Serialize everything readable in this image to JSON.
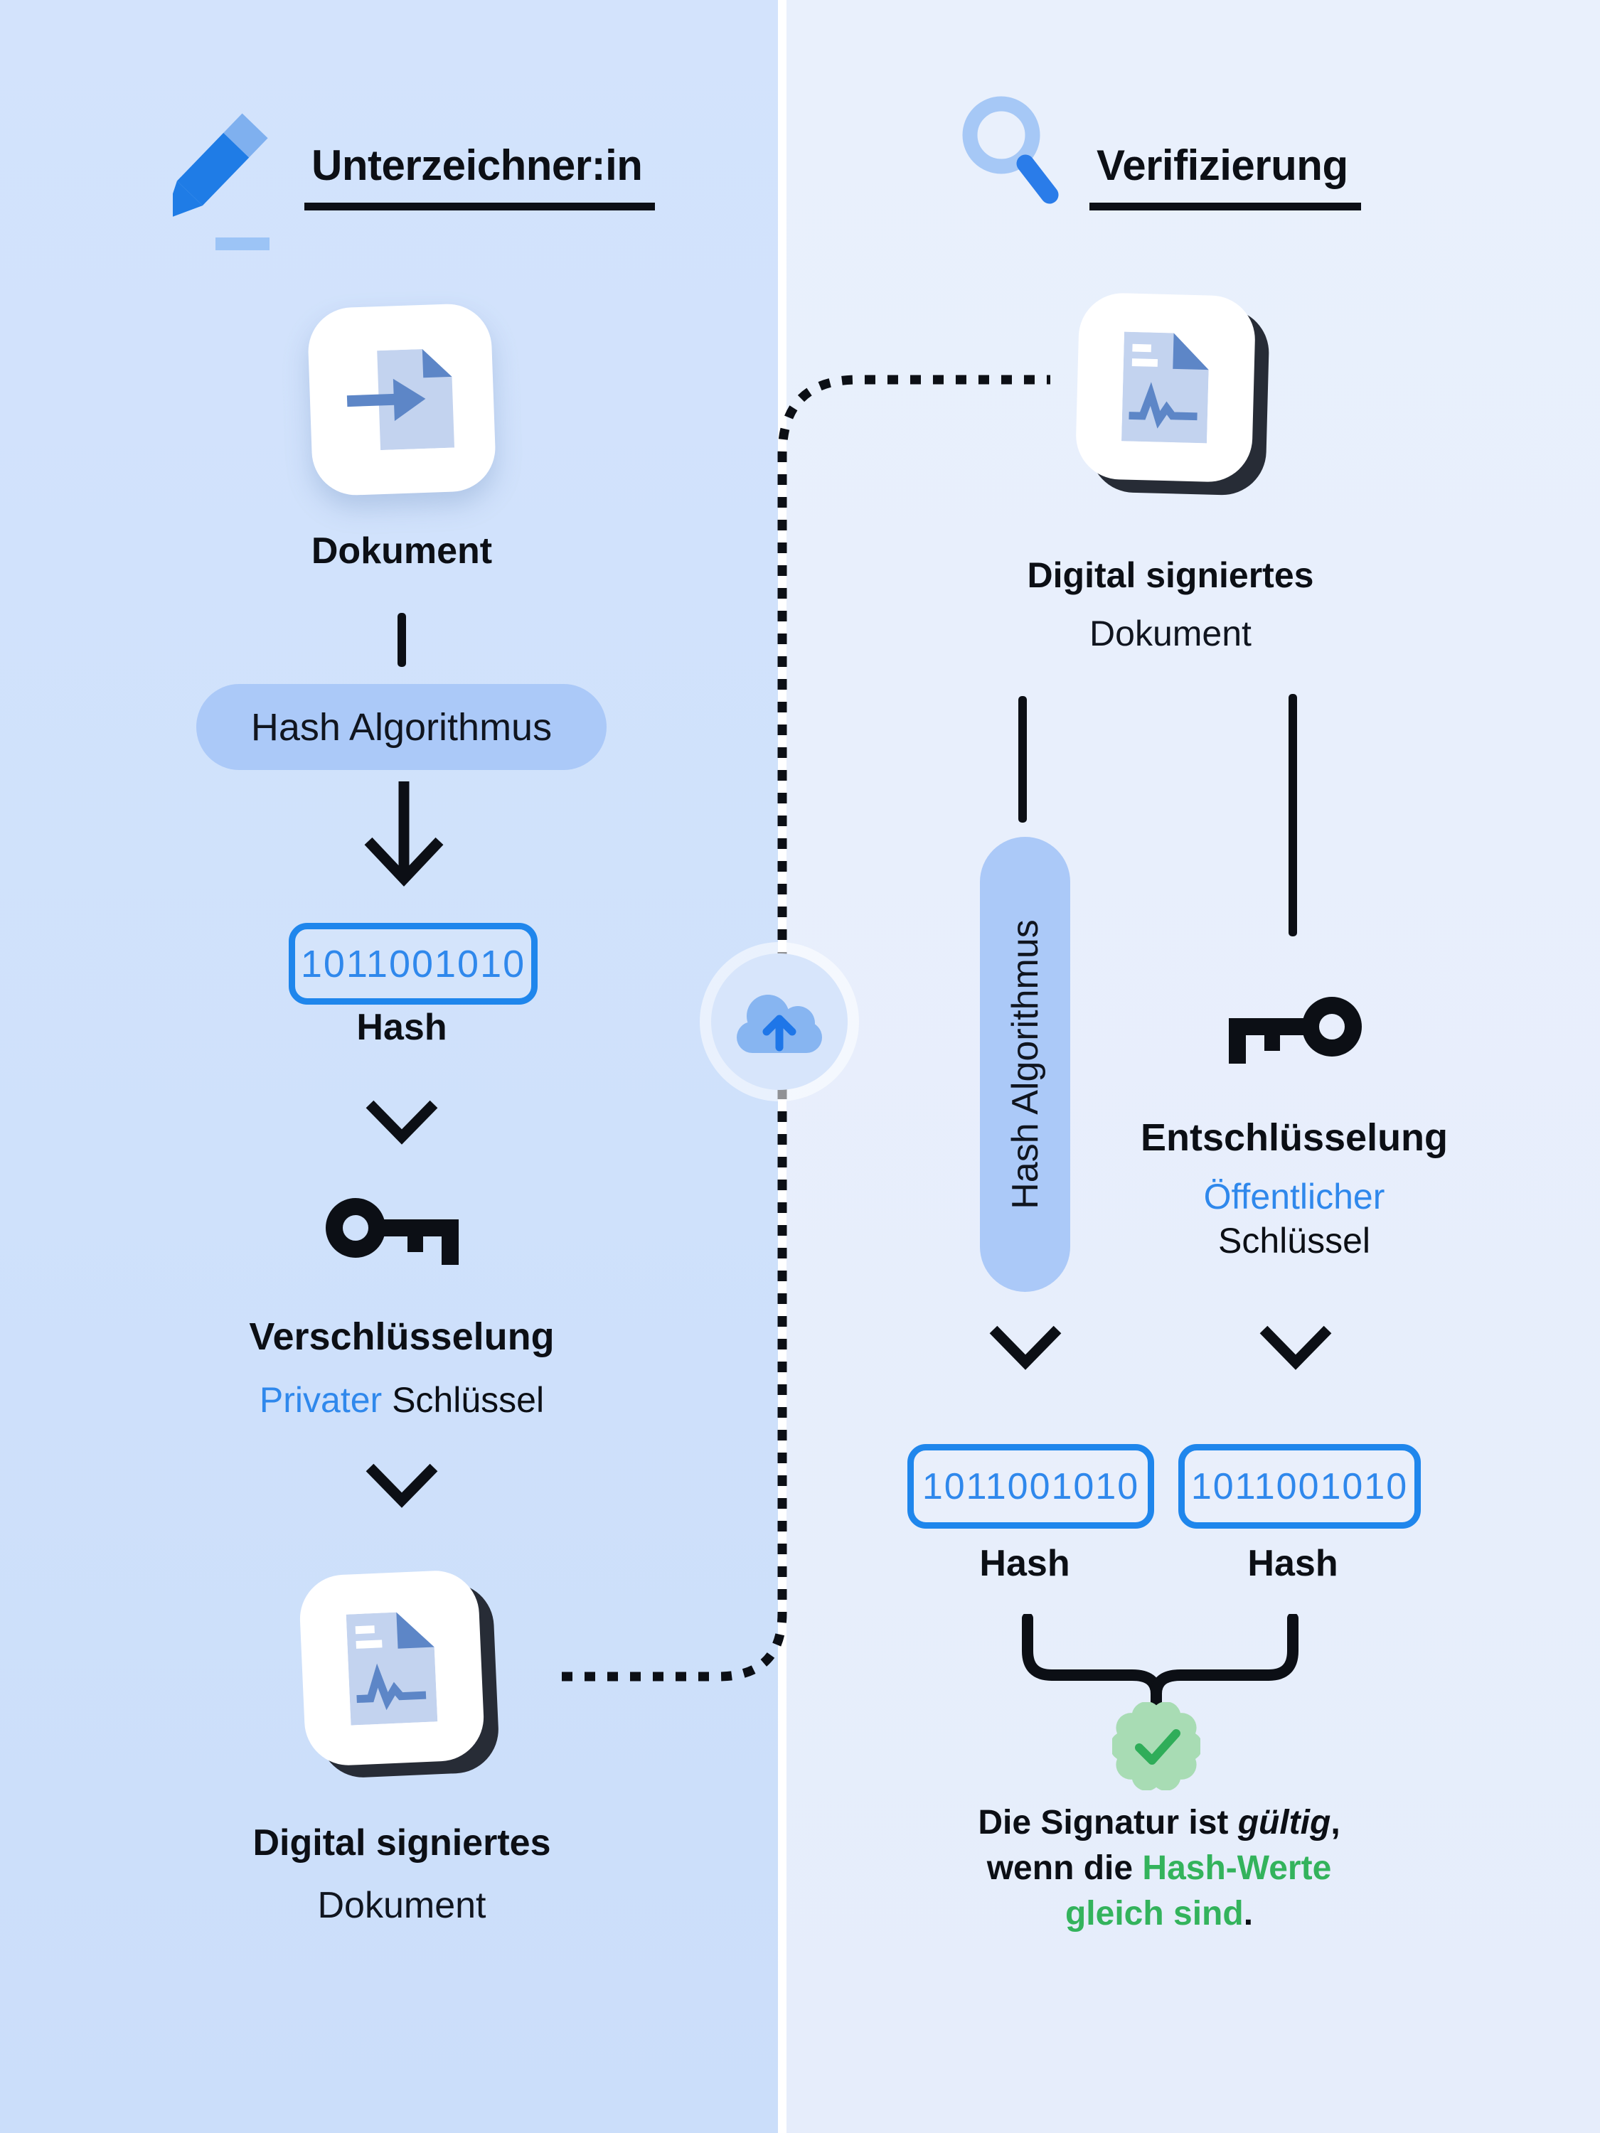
{
  "signer": {
    "title": "Unterzeichner:in",
    "document_label": "Dokument",
    "hash_algorithm": "Hash Algorithmus",
    "hash_value": "1011001010",
    "hash_label": "Hash",
    "encryption_title": "Verschlüsselung",
    "key_type": "Privater",
    "key_noun": " Schlüssel",
    "signed_line1": "Digital signiertes",
    "signed_line2": "Dokument"
  },
  "verification": {
    "title": "Verifizierung",
    "signed_line1": "Digital signiertes",
    "signed_line2": "Dokument",
    "hash_algorithm": "Hash Algorithmus",
    "decryption_title": "Entschlüsselung",
    "key_type": "Öffentlicher",
    "key_noun": "Schlüssel",
    "hash_value_left": "1011001010",
    "hash_label_left": "Hash",
    "hash_value_right": "1011001010",
    "hash_label_right": "Hash",
    "verdict": {
      "l1a": "Die Signatur ist ",
      "l1b": "gültig",
      "l1c": ",",
      "l2a": "wenn die ",
      "l2b": "Hash-Werte",
      "l3a": "gleich sind",
      "l3b": "."
    }
  },
  "icons": {
    "pencil": "pencil-icon",
    "magnifier": "search-icon",
    "document_import": "document-import-icon",
    "signed_document": "signed-document-icon",
    "key": "key-icon",
    "cloud_upload": "cloud-upload-icon",
    "check_badge": "check-badge-icon"
  },
  "colors": {
    "panel_left": "#cfe1fb",
    "panel_right": "#e7eefb",
    "divider": "#ffffff",
    "ink": "#0c0f15",
    "accent_blue": "#2f88ec",
    "box_border_blue": "#1f86ec",
    "pill_blue": "#abc9f8",
    "doc_page": "#c3d3ef",
    "doc_fold": "#5d86c7",
    "cloud_body": "#87b5f1",
    "cloud_arrow": "#1e76e8",
    "badge_green": "#a8dcb4",
    "badge_check": "#2fad59",
    "green_text": "#33b35c"
  }
}
